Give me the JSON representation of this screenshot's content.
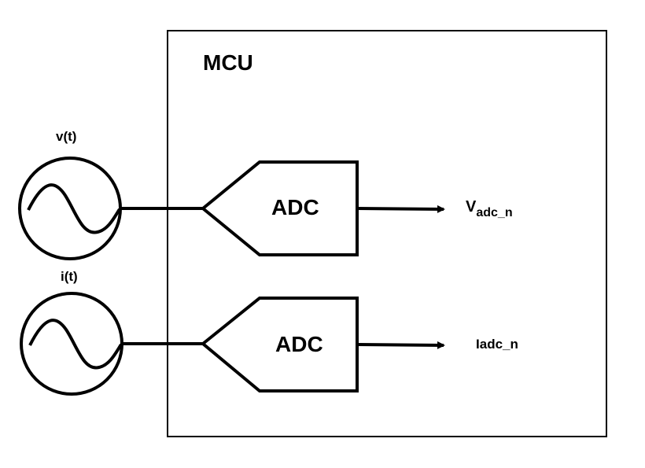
{
  "diagram": {
    "mcu": {
      "title": "MCU"
    },
    "sources": [
      {
        "label": "v(t)",
        "icon": "ac-source-icon"
      },
      {
        "label": "i(t)",
        "icon": "ac-source-icon"
      }
    ],
    "adcs": [
      {
        "label": "ADC"
      },
      {
        "label": "ADC"
      }
    ],
    "outputs": [
      {
        "main": "V",
        "sub": "adc_n"
      },
      {
        "main": "I",
        "sub": "adc_n"
      }
    ],
    "colors": {
      "stroke": "#000000",
      "background": "#ffffff"
    }
  }
}
